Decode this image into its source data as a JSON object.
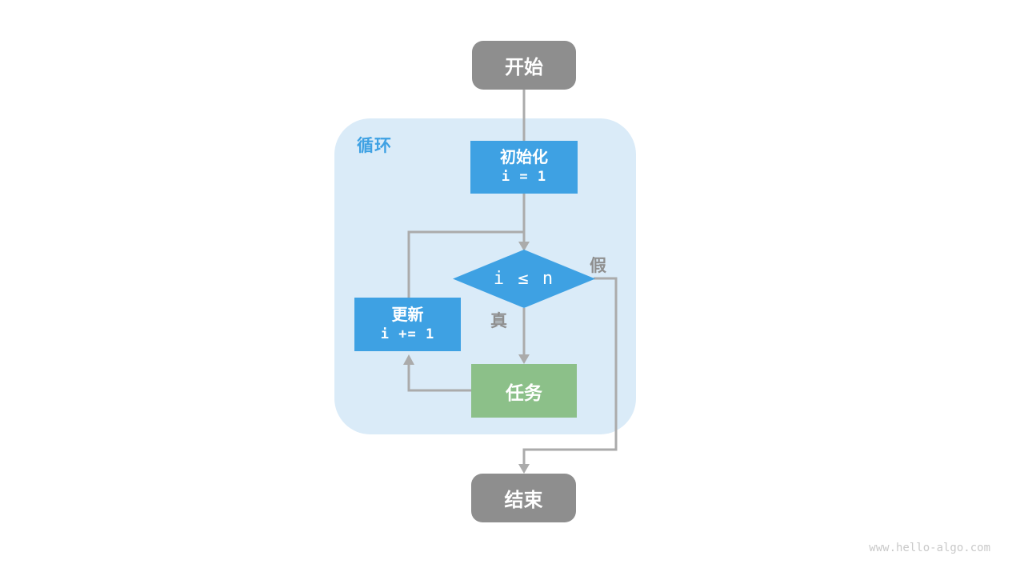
{
  "page": {
    "watermark": "www.hello-algo.com"
  },
  "colors": {
    "gray-node": "#8e8e8e",
    "blue-node": "#3ea1e3",
    "green-node": "#8cc089",
    "container-bg": "#daebf8",
    "line": "#ababab",
    "edge-label": "#8f8f8f",
    "loop-label": "#3ea1e3",
    "watermark": "#c9c9c9"
  },
  "diagram": {
    "type": "flowchart",
    "container_label": "循环",
    "nodes": {
      "start": {
        "label": "开始",
        "shape": "rounded-rect",
        "color": "gray"
      },
      "init": {
        "label": "初始化",
        "code": "i = 1",
        "shape": "rect",
        "color": "blue"
      },
      "condition": {
        "label": "i ≤ n",
        "shape": "diamond",
        "color": "blue"
      },
      "update": {
        "label": "更新",
        "code": "i += 1",
        "shape": "rect",
        "color": "blue"
      },
      "task": {
        "label": "任务",
        "shape": "rect",
        "color": "green"
      },
      "end": {
        "label": "结束",
        "shape": "rounded-rect",
        "color": "gray"
      }
    },
    "edge_labels": {
      "true_branch": "真",
      "false_branch": "假"
    }
  }
}
